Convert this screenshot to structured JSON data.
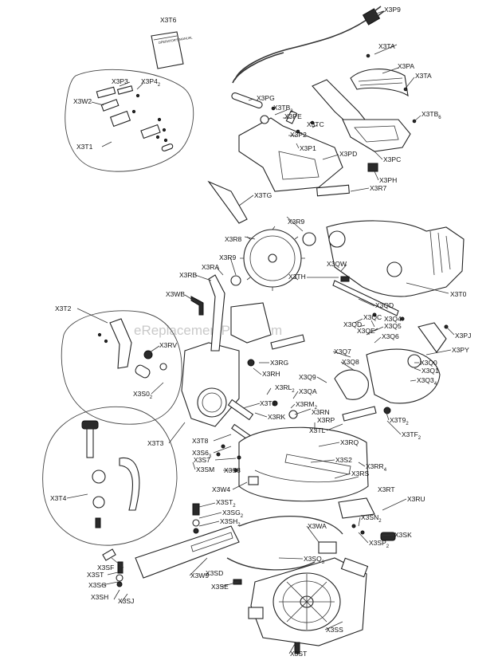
{
  "watermark": "eReplacementParts.com",
  "labels": [
    {
      "key": "X3T6",
      "text": "X3T6"
    },
    {
      "key": "X3P9",
      "text": "X3P9"
    },
    {
      "key": "X3TA_top",
      "text": "X3TA"
    },
    {
      "key": "X3PA",
      "text": "X3PA"
    },
    {
      "key": "X3TA_2",
      "text": "X3TA"
    },
    {
      "key": "X3P3",
      "text": "X3P3"
    },
    {
      "key": "X3P4",
      "text": "X3P4"
    },
    {
      "key": "X3W2",
      "text": "X3W2"
    },
    {
      "key": "X3PG",
      "text": "X3PG"
    },
    {
      "key": "X3TB2",
      "text": "X3TB"
    },
    {
      "key": "X3PE",
      "text": "X3PE"
    },
    {
      "key": "X3TC",
      "text": "X3TC"
    },
    {
      "key": "X3TB6",
      "text": "X3TB"
    },
    {
      "key": "X3P2",
      "text": "X3P2"
    },
    {
      "key": "X3T1",
      "text": "X3T1"
    },
    {
      "key": "X3P1",
      "text": "X3P1"
    },
    {
      "key": "X3PD",
      "text": "X3PD"
    },
    {
      "key": "X3PC",
      "text": "X3PC"
    },
    {
      "key": "X3PH",
      "text": "X3PH"
    },
    {
      "key": "X3TG",
      "text": "X3TG"
    },
    {
      "key": "X3R7",
      "text": "X3R7"
    },
    {
      "key": "X3R9_top",
      "text": "X3R9"
    },
    {
      "key": "X3R8",
      "text": "X3R8"
    },
    {
      "key": "X3RA",
      "text": "X3RA"
    },
    {
      "key": "X3R9",
      "text": "X3R9"
    },
    {
      "key": "X3QW",
      "text": "X3QW"
    },
    {
      "key": "X3RB",
      "text": "X3RB"
    },
    {
      "key": "X3TH",
      "text": "X3TH"
    },
    {
      "key": "X3T0",
      "text": "X3T0"
    },
    {
      "key": "X3WB",
      "text": "X3WB"
    },
    {
      "key": "X3QD_a",
      "text": "X3QD"
    },
    {
      "key": "X3T2",
      "text": "X3T2"
    },
    {
      "key": "X3QC",
      "text": "X3QC"
    },
    {
      "key": "X3Q4",
      "text": "X3Q4"
    },
    {
      "key": "X3QD_b",
      "text": "X3QD"
    },
    {
      "key": "X3Q5",
      "text": "X3Q5"
    },
    {
      "key": "X3QE",
      "text": "X3QE"
    },
    {
      "key": "X3PJ",
      "text": "X3PJ"
    },
    {
      "key": "X3Q6",
      "text": "X3Q6"
    },
    {
      "key": "X3PY",
      "text": "X3PY"
    },
    {
      "key": "X3RV",
      "text": "X3RV"
    },
    {
      "key": "X3Q7",
      "text": "X3Q7"
    },
    {
      "key": "X3Q0",
      "text": "X3Q0"
    },
    {
      "key": "X3RG",
      "text": "X3RG"
    },
    {
      "key": "X3Q8",
      "text": "X3Q8"
    },
    {
      "key": "X3Q1",
      "text": "X3Q1"
    },
    {
      "key": "X3RH",
      "text": "X3RH"
    },
    {
      "key": "X3Q9",
      "text": "X3Q9"
    },
    {
      "key": "X3Q3",
      "text": "X3Q3"
    },
    {
      "key": "X3RL",
      "text": "X3RL"
    },
    {
      "key": "X3S0",
      "text": "X3S0"
    },
    {
      "key": "X3QA",
      "text": "X3QA"
    },
    {
      "key": "X3TJ",
      "text": "X3TJ"
    },
    {
      "key": "X3RM",
      "text": "X3RM"
    },
    {
      "key": "X3RN",
      "text": "X3RN"
    },
    {
      "key": "X3RK",
      "text": "X3RK"
    },
    {
      "key": "X3T9",
      "text": "X3T9"
    },
    {
      "key": "X3RP",
      "text": "X3RP"
    },
    {
      "key": "X3T3",
      "text": "X3T3"
    },
    {
      "key": "X3TL",
      "text": "X3TL"
    },
    {
      "key": "X3TF",
      "text": "X3TF"
    },
    {
      "key": "X3T8",
      "text": "X3T8"
    },
    {
      "key": "X3RQ",
      "text": "X3RQ"
    },
    {
      "key": "X3S6",
      "text": "X3S6"
    },
    {
      "key": "X3S2",
      "text": "X3S2"
    },
    {
      "key": "X3S7",
      "text": "X3S7"
    },
    {
      "key": "X3RR",
      "text": "X3RR"
    },
    {
      "key": "X3SM",
      "text": "X3SM"
    },
    {
      "key": "X3S8",
      "text": "X3S8"
    },
    {
      "key": "X3RS",
      "text": "X3RS"
    },
    {
      "key": "X3T4",
      "text": "X3T4"
    },
    {
      "key": "X3W4",
      "text": "X3W4"
    },
    {
      "key": "X3RT",
      "text": "X3RT"
    },
    {
      "key": "X3RU",
      "text": "X3RU"
    },
    {
      "key": "X3ST2",
      "text": "X3ST"
    },
    {
      "key": "X3SG2",
      "text": "X3SG"
    },
    {
      "key": "X3SH2",
      "text": "X3SH"
    },
    {
      "key": "X3SN",
      "text": "X3SN"
    },
    {
      "key": "X3WA",
      "text": "X3WA"
    },
    {
      "key": "X3SP",
      "text": "X3SP"
    },
    {
      "key": "X3SK",
      "text": "X3SK"
    },
    {
      "key": "X3SQ",
      "text": "X3SQ"
    },
    {
      "key": "X3SF",
      "text": "X3SF"
    },
    {
      "key": "X3ST",
      "text": "X3ST"
    },
    {
      "key": "X3W9",
      "text": "X3W9"
    },
    {
      "key": "X3SD",
      "text": "X3SD"
    },
    {
      "key": "X3SG",
      "text": "X3SG"
    },
    {
      "key": "X3SE",
      "text": "X3SE"
    },
    {
      "key": "X3SH",
      "text": "X3SH"
    },
    {
      "key": "X3SJ",
      "text": "X3SJ"
    },
    {
      "key": "X3SS",
      "text": "X3SS"
    },
    {
      "key": "X3ST_bottom",
      "text": "X3ST"
    }
  ],
  "subscripts": [
    {
      "key": "X3P4",
      "text": "2"
    },
    {
      "key": "X3TB2",
      "text": "2"
    },
    {
      "key": "X3TB6",
      "text": "6"
    },
    {
      "key": "X3RL",
      "text": "2"
    },
    {
      "key": "X3S0",
      "text": "2"
    },
    {
      "key": "X3RM",
      "text": "2"
    },
    {
      "key": "X3Q3",
      "text": "4"
    },
    {
      "key": "X3T9",
      "text": "2"
    },
    {
      "key": "X3TF",
      "text": "2"
    },
    {
      "key": "X3S6",
      "text": "3"
    },
    {
      "key": "X3RR",
      "text": "4"
    },
    {
      "key": "X3ST2",
      "text": "2"
    },
    {
      "key": "X3SG2",
      "text": "2"
    },
    {
      "key": "X3SH2",
      "text": "2"
    },
    {
      "key": "X3SN",
      "text": "2"
    },
    {
      "key": "X3SP",
      "text": "2"
    },
    {
      "key": "X3SQ",
      "text": "3"
    }
  ],
  "manual_cover_text": "OPERATOR'S MANUAL"
}
